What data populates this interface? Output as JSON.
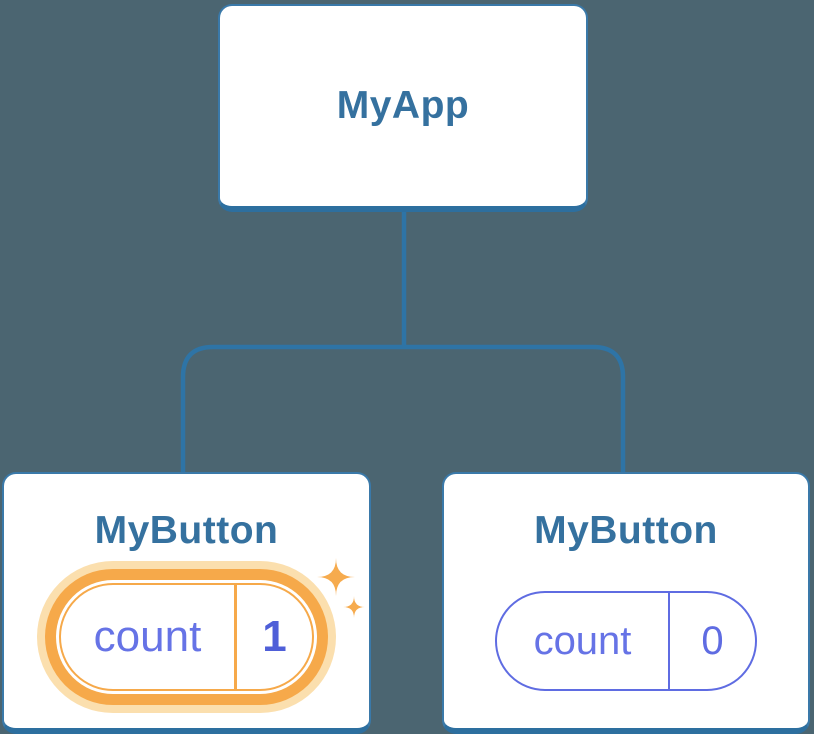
{
  "colors": {
    "background": "#4b6571",
    "line_blue": "#2e74a6",
    "card_border": "#3a79a9",
    "card_border_bottom": "#2d6f9f",
    "title_text": "#35719f",
    "purple": "#6673e6",
    "purple_border": "#5f6ce2",
    "purple_dark": "#4f5fd8",
    "orange": "#f6a94a",
    "orange_light": "#fbdfae",
    "sparkle": "#f6ab4e"
  },
  "tree": {
    "root": {
      "title": "MyApp"
    },
    "children": [
      {
        "title": "MyButton",
        "highlighted": true,
        "state": {
          "label": "count",
          "value": "1"
        }
      },
      {
        "title": "MyButton",
        "highlighted": false,
        "state": {
          "label": "count",
          "value": "0"
        }
      }
    ]
  }
}
